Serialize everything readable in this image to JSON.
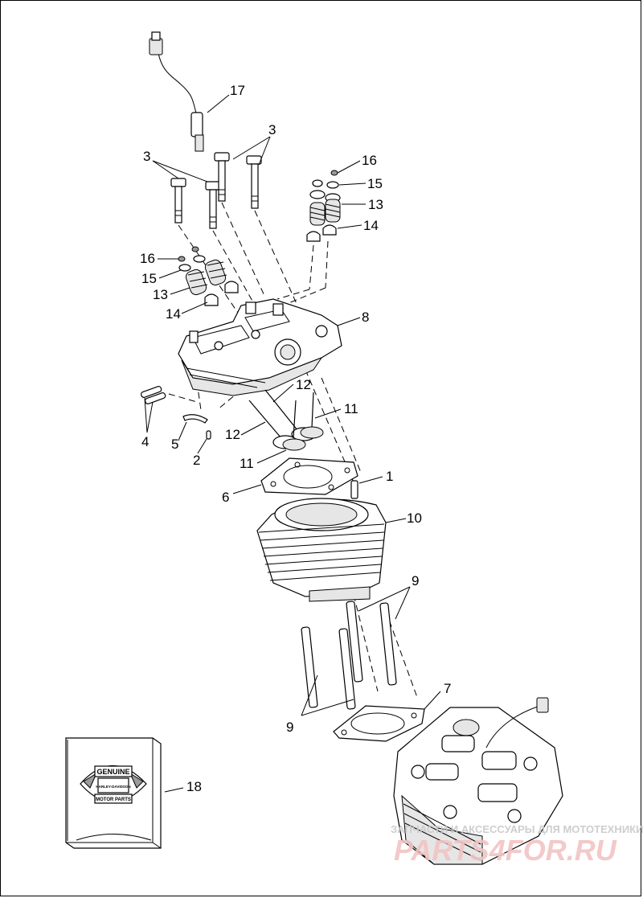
{
  "callouts": [
    "17",
    "3",
    "3",
    "16",
    "15",
    "13",
    "14",
    "16",
    "15",
    "13",
    "14",
    "8",
    "12",
    "11",
    "12",
    "11",
    "4",
    "5",
    "2",
    "6",
    "1",
    "10",
    "9",
    "9",
    "7",
    "18"
  ],
  "logo": {
    "top": "GENUINE",
    "middle": "HARLEY-DAVIDSON",
    "bottom": "MOTOR PARTS"
  },
  "watermark": {
    "line1": "ЗАПЧАСТИ И АКСЕССУАРЫ ДЛЯ МОТОТЕХНИКИ",
    "line2": "PARTS4FOR.RU"
  },
  "colors": {
    "ink": "#000000",
    "watermark_red": "#f2c4c4",
    "watermark_gray": "#c9c9c9"
  }
}
